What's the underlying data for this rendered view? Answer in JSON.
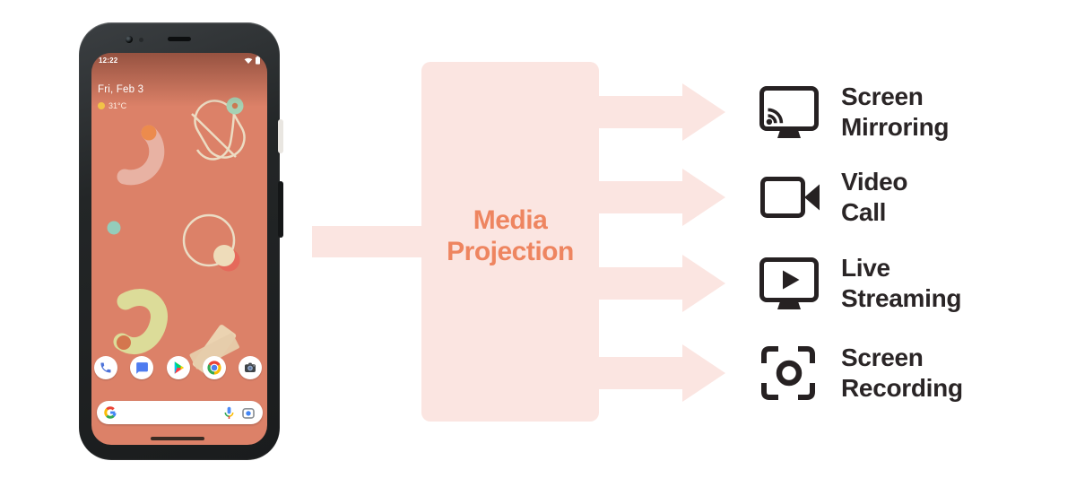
{
  "phone": {
    "status": {
      "time": "12:22",
      "icons": [
        "wifi-icon",
        "battery-icon"
      ]
    },
    "lockscreen": {
      "date": "Fri, Feb 3",
      "temperature": "31°C",
      "weather_icon": "sun-icon"
    },
    "dock_apps": [
      {
        "label": "phone-app",
        "icon": "phone-app-icon"
      },
      {
        "label": "messages-app",
        "icon": "messages-app-icon"
      },
      {
        "label": "play-store-app",
        "icon": "play-store-app-icon"
      },
      {
        "label": "chrome-app",
        "icon": "chrome-app-icon"
      },
      {
        "label": "camera-app",
        "icon": "camera-app-icon"
      }
    ],
    "search_bar": {
      "icons": [
        "google-g-icon",
        "mic-icon",
        "lens-camera-icon"
      ]
    }
  },
  "diagram": {
    "box_label": "Media Projection",
    "items": [
      {
        "line1": "Screen",
        "line2": "Mirroring",
        "icon": "cast-screen-icon"
      },
      {
        "line1": "Video",
        "line2": "Call",
        "icon": "video-camera-icon"
      },
      {
        "line1": "Live",
        "line2": "Streaming",
        "icon": "play-screen-icon"
      },
      {
        "line1": "Screen",
        "line2": "Recording",
        "icon": "screen-record-icon"
      }
    ],
    "colors": {
      "pink": "#fbe5e1",
      "orange": "#ee8560",
      "dark": "#2a2526",
      "wallpaper": "#dc8168"
    }
  }
}
